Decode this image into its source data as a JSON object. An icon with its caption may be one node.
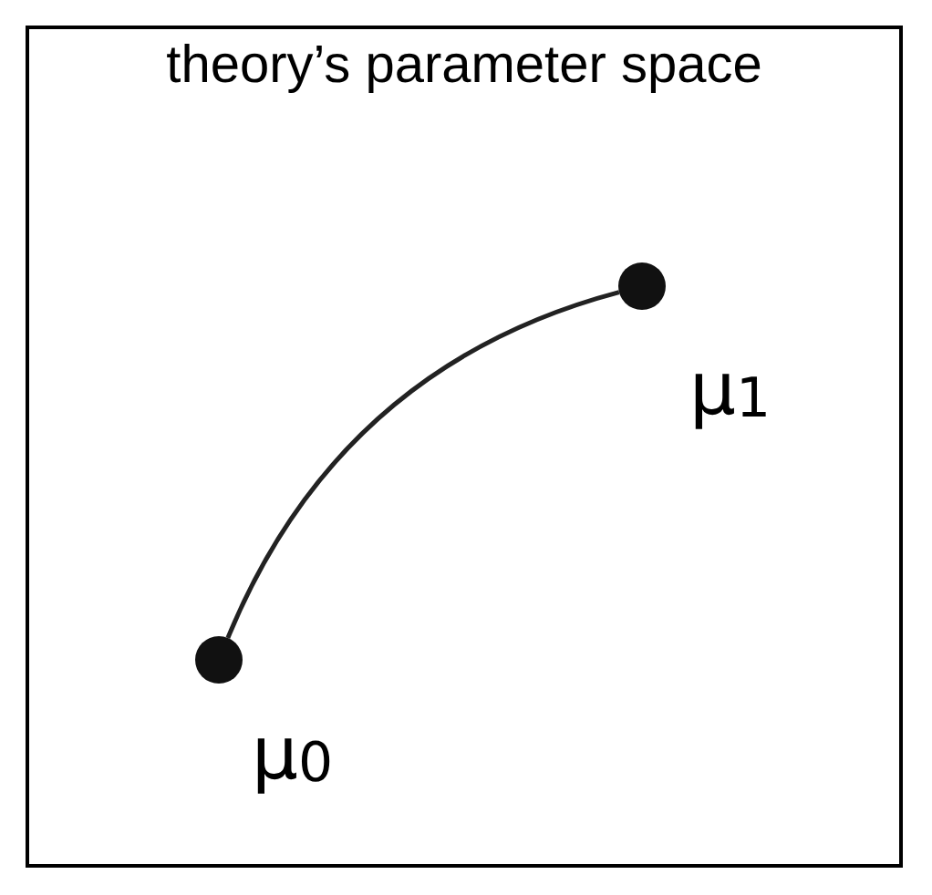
{
  "diagram": {
    "nodes": [
      {
        "text": [
          "theory’s parameter space"
        ]
      },
      {
        "text": [],
        "shape": "circle",
        "in": 0,
        "beside": [
          "μ$_{0}$"
        ]
      },
      {
        "text": [],
        "shape": "circle",
        "in": 0,
        "beside": [
          "μ$_{1}$"
        ]
      }
    ],
    "edges": [
      {
        "from": 1,
        "to": 2,
        "arrow": "none"
      }
    ]
  }
}
